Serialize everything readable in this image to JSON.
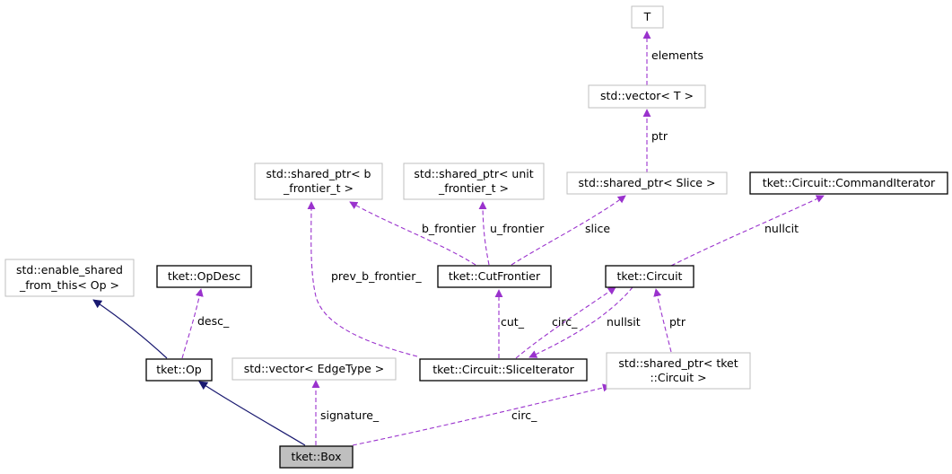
{
  "diagram": {
    "colors": {
      "usage_edge": "#9a32cd",
      "inheritance_edge": "#191970",
      "strong_border": "#000000",
      "weak_border": "#bfbfbf",
      "focus_fill": "#bfbfbf"
    },
    "nodes": {
      "T": {
        "lines": [
          "T"
        ]
      },
      "std_vector_T": {
        "lines": [
          "std::vector< T >"
        ]
      },
      "shared_ptr_slice": {
        "lines": [
          "std::shared_ptr< Slice >"
        ]
      },
      "shared_ptr_b_frontier": {
        "lines": [
          "std::shared_ptr< b",
          "_frontier_t >"
        ]
      },
      "shared_ptr_unit_frontier": {
        "lines": [
          "std::shared_ptr< unit",
          "_frontier_t >"
        ]
      },
      "command_iterator": {
        "lines": [
          "tket::Circuit::CommandIterator"
        ]
      },
      "enable_shared": {
        "lines": [
          "std::enable_shared",
          "_from_this< Op >"
        ]
      },
      "op_desc": {
        "lines": [
          "tket::OpDesc"
        ]
      },
      "cut_frontier": {
        "lines": [
          "tket::CutFrontier"
        ]
      },
      "circuit": {
        "lines": [
          "tket::Circuit"
        ]
      },
      "op": {
        "lines": [
          "tket::Op"
        ]
      },
      "vector_edge_type": {
        "lines": [
          "std::vector< EdgeType >"
        ]
      },
      "slice_iterator": {
        "lines": [
          "tket::Circuit::SliceIterator"
        ]
      },
      "shared_ptr_circuit": {
        "lines": [
          "std::shared_ptr< tket",
          "::Circuit >"
        ]
      },
      "box": {
        "lines": [
          "tket::Box"
        ]
      }
    },
    "edges": {
      "elements": "elements",
      "ptr_vector": "ptr",
      "b_frontier": "b_frontier",
      "u_frontier": "u_frontier",
      "slice": "slice",
      "nullcit": "nullcit",
      "prev_b_frontier": "prev_b_frontier_",
      "desc": "desc_",
      "cut": "cut_",
      "circ_slice": "circ_",
      "nullsit": "nullsit",
      "ptr_circuit": "ptr",
      "signature": "signature_",
      "circ_box": "circ_"
    }
  }
}
